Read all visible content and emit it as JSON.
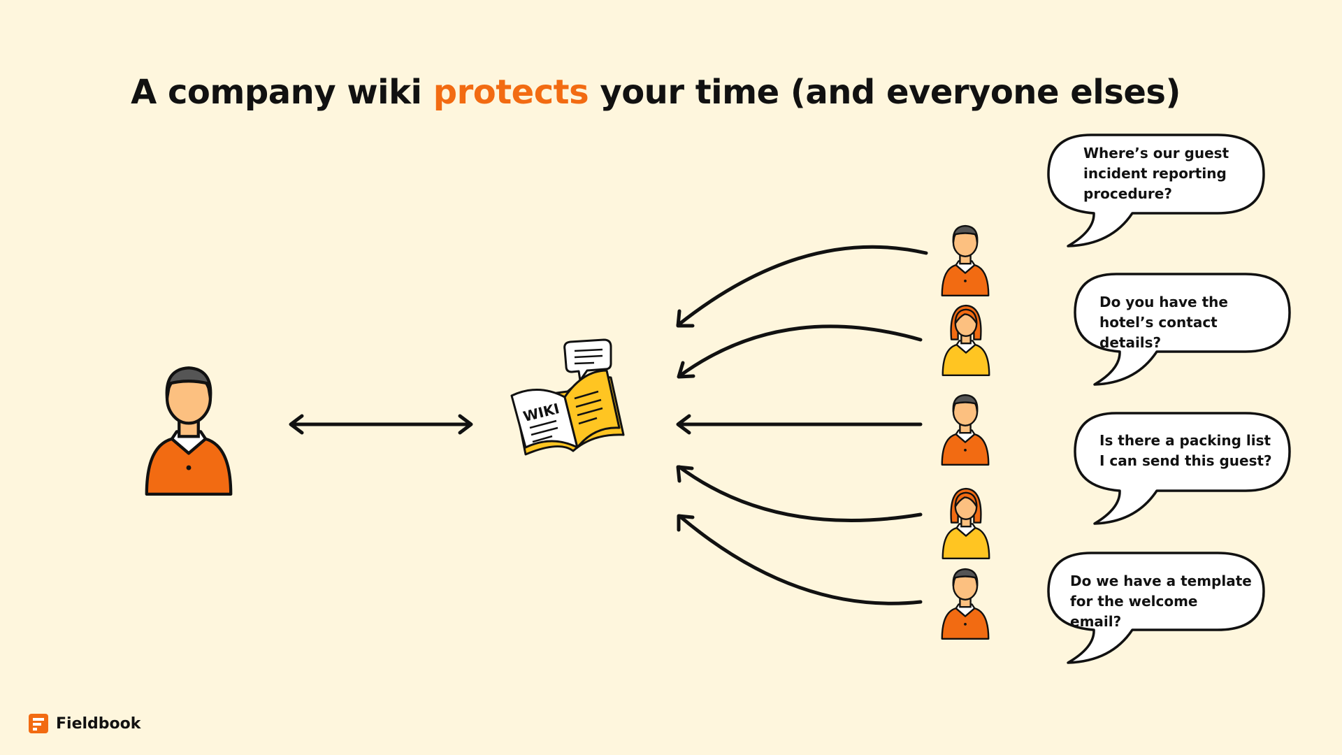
{
  "title": {
    "before": "A company wiki ",
    "highlight": "protects",
    "after": " your time (and everyone elses)"
  },
  "wiki": {
    "label": "WIKI"
  },
  "questions": [
    "Where’s our guest incident reporting procedure?",
    "Do you have the hotel’s contact details?",
    "Is there a packing list I can send this guest?",
    "Do we have a template for the welcome email?"
  ],
  "brand": {
    "name": "Fieldbook"
  },
  "colors": {
    "background": "#fef6dd",
    "accent": "#f26b12",
    "ink": "#111111",
    "skin": "#fcc080",
    "hair": "#555555",
    "female_shirt": "#ffc522",
    "wiki_book": "#ffc522"
  }
}
